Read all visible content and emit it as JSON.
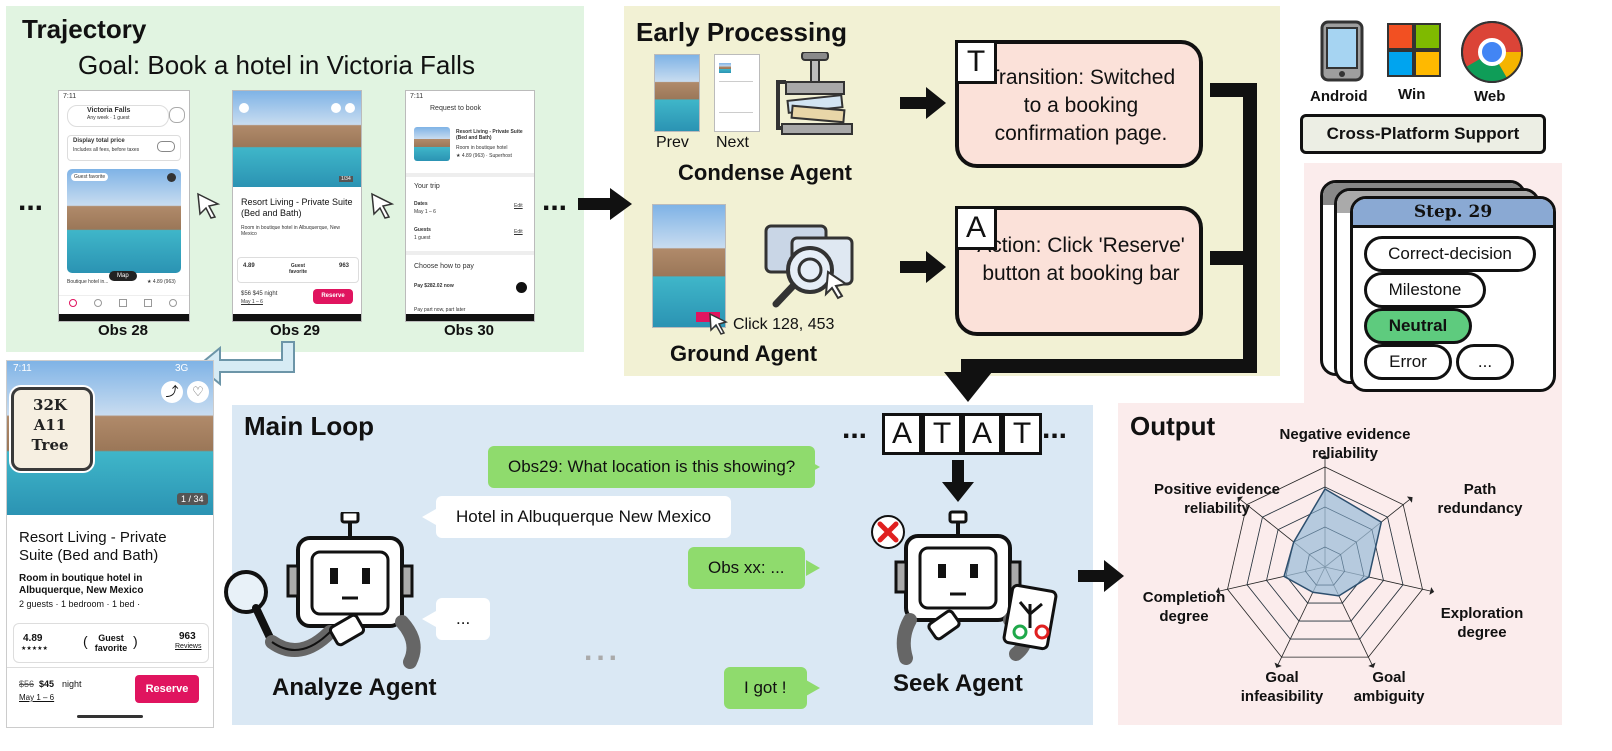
{
  "trajectory": {
    "title": "Trajectory",
    "goal": "Goal: Book a hotel in Victoria Falls",
    "ellipsis": "...",
    "obs": [
      "Obs 28",
      "Obs 29",
      "Obs 30"
    ],
    "phone28": {
      "time": "7:11",
      "search": "Victoria Falls",
      "sub": "Any week · 1 guest",
      "toggle_title": "Display total price",
      "toggle_sub": "Includes all fees, before taxes",
      "badge": "Guest favorite",
      "map": "Map",
      "listing": "Boutique hotel in...",
      "rating": "★ 4.89 (963)"
    },
    "phone29": {
      "time": "7:11",
      "title": "Resort Living - Private Suite (Bed and Bath)",
      "sub": "Room in boutique hotel in Albuquerque, New Mexico",
      "counter": "1/34",
      "rating": "4.89",
      "fav": "Guest favorite",
      "reviews": "963",
      "price": "$56 $45 night",
      "dates": "May 1 – 6",
      "reserve": "Reserve"
    },
    "phone30": {
      "time": "7:11",
      "header": "Request to book",
      "title": "Resort Living - Private Suite (Bed and Bath)",
      "sub": "Room in boutique hotel",
      "rating": "★ 4.89 (963) · Superhost",
      "trip": "Your trip",
      "dates_label": "Dates",
      "dates_value": "May 1 – 6",
      "guests_label": "Guests",
      "guests_value": "1 guest",
      "edit": "Edit",
      "pay_title": "Choose how to pay",
      "pay_now": "Pay $282.02 now",
      "pay_part": "Pay part now, part later"
    }
  },
  "zoom": {
    "time": "7:11",
    "signal": "3G",
    "title": "Resort Living - Private Suite (Bed and Bath)",
    "sub": "Room in boutique hotel in Albuquerque, New Mexico",
    "details": "2 guests · 1 bedroom · 1 bed ·",
    "counter": "1 / 34",
    "rating": "4.89",
    "stars": "★★★★★",
    "fav": "Guest favorite",
    "reviews": "963",
    "reviews_label": "Reviews",
    "price_old": "$56",
    "price_new": "$45",
    "price_unit": "night",
    "dates": "May 1 – 6",
    "reserve": "Reserve",
    "stamp": "32K A11 Tree"
  },
  "early": {
    "title": "Early Processing",
    "prev": "Prev",
    "next": "Next",
    "condense": "Condense Agent",
    "ground": "Ground Agent",
    "click": "Click 128, 453",
    "transition_tag": "T",
    "transition_text": "Transition: Switched to a booking confirmation page.",
    "action_tag": "A",
    "action_text": "Action: Click 'Reserve' button at booking bar"
  },
  "platform": {
    "android": "Android",
    "win": "Win",
    "web": "Web",
    "support": "Cross-Platform Support"
  },
  "card": {
    "step": "Step. 29",
    "options": [
      "Correct-decision",
      "Milestone",
      "Neutral",
      "Error",
      "..."
    ],
    "selected": "Neutral",
    "selected_color": "#5ecb7e"
  },
  "main": {
    "title": "Main Loop",
    "sequence": [
      "A",
      "T",
      "A",
      "T"
    ],
    "dots": "...",
    "bubbles": {
      "q1": "Obs29: What location is this showing?",
      "a1": "Hotel in Albuquerque New Mexico",
      "q2": "Obs xx: ...",
      "a2": "...",
      "q3": "I got !",
      "mid": "..."
    },
    "analyze": "Analyze Agent",
    "seek": "Seek Agent"
  },
  "output": {
    "title": "Output",
    "axes": [
      "Negative evidence reliability",
      "Path redundancy",
      "Exploration degree",
      "Goal ambiguity",
      "Goal infeasibility",
      "Completion degree",
      "Positive evidence reliability"
    ],
    "values": [
      0.78,
      0.72,
      0.45,
      0.32,
      0.28,
      0.42,
      0.4
    ]
  },
  "colors": {
    "trajectory_bg": "#e1f4e1",
    "early_bg": "#f2f1d4",
    "main_bg": "#dae8f4",
    "output_bg": "#fbecec",
    "box_bg": "#fbe1d9",
    "bubble_green": "#8fdb6d",
    "reserve": "#e0145f",
    "radar_fill": "#9fbfd9"
  }
}
